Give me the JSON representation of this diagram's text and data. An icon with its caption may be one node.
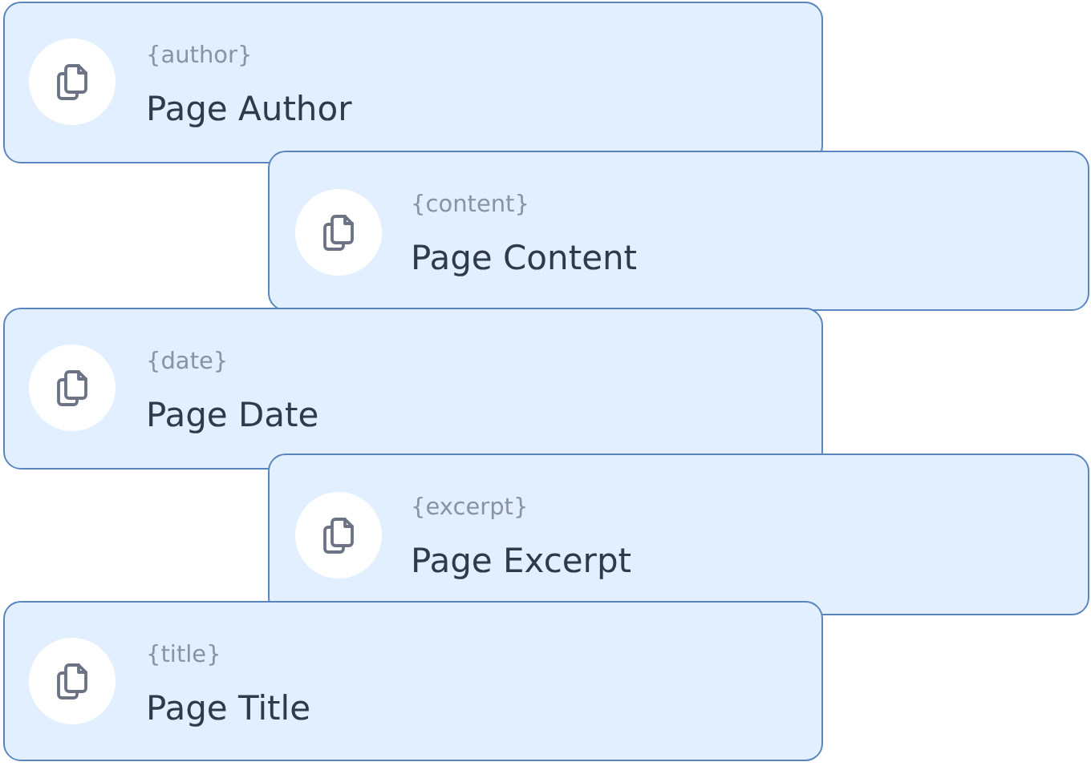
{
  "diagram": {
    "nodes": [
      {
        "text": [
          "{author}",
          "Page Author"
        ]
      },
      {
        "text": [
          "{content}",
          "Page Content"
        ]
      },
      {
        "text": [
          "{date}",
          "Page Date"
        ]
      },
      {
        "text": [
          "{excerpt}",
          "Page Excerpt"
        ]
      },
      {
        "text": [
          "{title}",
          "Page Title"
        ]
      }
    ]
  }
}
